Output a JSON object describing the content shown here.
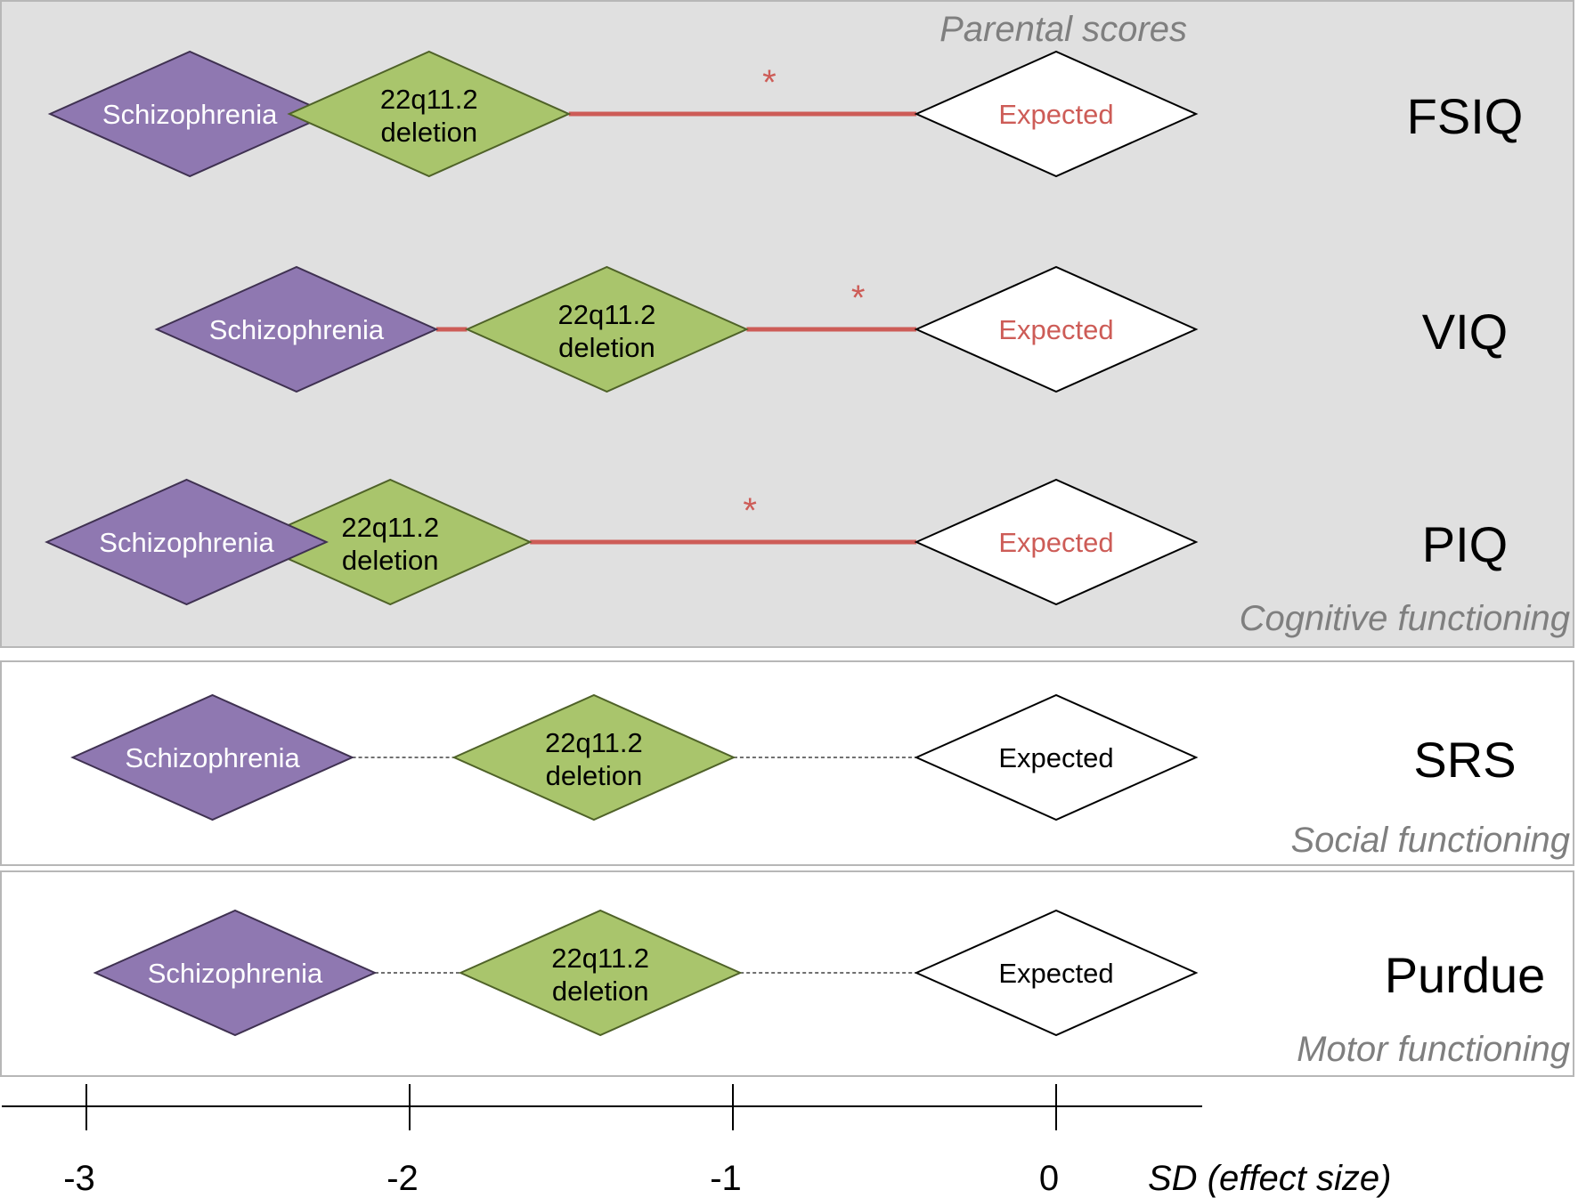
{
  "chart_data": {
    "type": "scatter",
    "title": "",
    "xlabel": "SD (effect size)",
    "ylabel": "",
    "xlim": [
      -3.25,
      0.5
    ],
    "x_ticks": [
      -3,
      -2,
      -1,
      0
    ],
    "x_tick_labels": [
      "-3",
      "-2",
      "-1",
      "0"
    ],
    "grid": false,
    "legend": "none",
    "marker_labels": {
      "schizophrenia": "Schizophrenia",
      "deletion_line1": "22q11.2",
      "deletion_line2": "deletion",
      "expected": "Expected"
    },
    "sections": [
      {
        "name": "Cognitive functioning",
        "annotation_top": "Parental scores",
        "shaded": true,
        "rows": [
          {
            "label": "FSIQ",
            "schizophrenia": -2.68,
            "deletion": -1.94,
            "expected": 0,
            "significant_sz_del": false,
            "significant_del_exp": true,
            "expected_text_color": "red",
            "sz_on_top": false
          },
          {
            "label": "VIQ",
            "schizophrenia": -2.35,
            "deletion": -1.39,
            "expected": 0,
            "significant_sz_del": true,
            "significant_del_exp": true,
            "expected_text_color": "red",
            "sz_on_top": false
          },
          {
            "label": "PIQ",
            "schizophrenia": -2.69,
            "deletion": -2.06,
            "expected": 0,
            "significant_sz_del": false,
            "significant_del_exp": true,
            "expected_text_color": "red",
            "sz_on_top": true
          }
        ]
      },
      {
        "name": "Social functioning",
        "shaded": false,
        "rows": [
          {
            "label": "SRS",
            "schizophrenia": -2.61,
            "deletion": -1.43,
            "expected": 0,
            "significant_sz_del": false,
            "significant_del_exp": false,
            "expected_text_color": "black",
            "sz_on_top": false
          }
        ]
      },
      {
        "name": "Motor functioning",
        "shaded": false,
        "rows": [
          {
            "label": "Purdue",
            "schizophrenia": -2.54,
            "deletion": -1.41,
            "expected": 0,
            "significant_sz_del": false,
            "significant_del_exp": false,
            "expected_text_color": "black",
            "sz_on_top": false
          }
        ]
      }
    ],
    "significance_marker": "*",
    "colors": {
      "schizophrenia_fill": "#8f78b1",
      "schizophrenia_stroke": "#3f3151",
      "deletion_fill": "#a9c56c",
      "deletion_stroke": "#4f6228",
      "expected_fill": "#ffffff",
      "expected_stroke": "#000000",
      "significant": "#cd5c57",
      "nonsignificant": "#404040",
      "shade": "#e0e0e0",
      "box_border": "#b7b7b7",
      "section_text": "#7f7f7f"
    }
  }
}
